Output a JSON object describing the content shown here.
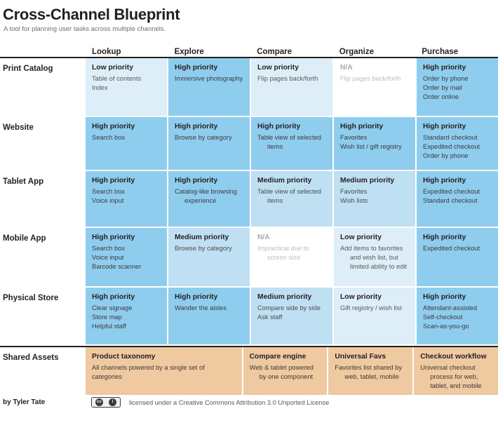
{
  "header": {
    "title": "Cross-Channel Blueprint",
    "subtitle": "A tool for planning user tasks across multiple channels."
  },
  "colors": {
    "high": "#8fcdee",
    "medium": "#bfe0f3",
    "low": "#ddeef8",
    "na": "#ffffff",
    "asset": "#efc9a0",
    "rule": "#231f20",
    "text": "#231f20",
    "muted": "#58595b"
  },
  "columns": [
    {
      "label": "Lookup"
    },
    {
      "label": "Explore"
    },
    {
      "label": "Compare"
    },
    {
      "label": "Organize"
    },
    {
      "label": "Purchase"
    }
  ],
  "rows": [
    {
      "label": "Print Catalog",
      "cells": [
        {
          "priority": "Low priority",
          "level": "low",
          "details": [
            "Table of contents",
            "Index"
          ]
        },
        {
          "priority": "High priority",
          "level": "high",
          "details": [
            "Immersive photography"
          ]
        },
        {
          "priority": "Low priority",
          "level": "low",
          "details": [
            "Flip pages back/forth"
          ]
        },
        {
          "priority": "N/A",
          "level": "na",
          "details": [
            "Flip pages back/forth"
          ]
        },
        {
          "priority": "High priority",
          "level": "high",
          "details": [
            "Order by phone",
            "Order by mail",
            "Order online"
          ]
        }
      ]
    },
    {
      "label": "Website",
      "cells": [
        {
          "priority": "High priority",
          "level": "high",
          "details": [
            "Search box"
          ]
        },
        {
          "priority": "High priority",
          "level": "high",
          "details": [
            "Browse by category"
          ]
        },
        {
          "priority": "High priority",
          "level": "high",
          "details": [
            "Table view of selected",
            "items"
          ],
          "indentFrom": 1
        },
        {
          "priority": "High priority",
          "level": "high",
          "details": [
            "Favorites",
            "Wish list / gift registry"
          ]
        },
        {
          "priority": "High priority",
          "level": "high",
          "details": [
            "Standard checkout",
            "Expedited checkout",
            "Order by phone"
          ]
        }
      ]
    },
    {
      "label": "Tablet App",
      "cells": [
        {
          "priority": "High priority",
          "level": "high",
          "details": [
            "Search box",
            "Voice input"
          ]
        },
        {
          "priority": "High priority",
          "level": "high",
          "details": [
            "Catalog-like browsing",
            "experience"
          ],
          "indentFrom": 1
        },
        {
          "priority": "Medium priority",
          "level": "medium",
          "details": [
            "Table view of selected",
            "items"
          ],
          "indentFrom": 1
        },
        {
          "priority": "Medium priority",
          "level": "medium",
          "details": [
            "Favorites",
            "Wish lists"
          ]
        },
        {
          "priority": "High priority",
          "level": "high",
          "details": [
            "Expedited checkout",
            "Standard checkout"
          ]
        }
      ]
    },
    {
      "label": "Mobile App",
      "cells": [
        {
          "priority": "High priority",
          "level": "high",
          "details": [
            "Search box",
            "Voice input",
            "Barcode scanner"
          ]
        },
        {
          "priority": "Medium priority",
          "level": "medium",
          "details": [
            "Browse by category"
          ]
        },
        {
          "priority": "N/A",
          "level": "na",
          "details": [
            "Impractical due to",
            "screen size"
          ],
          "indentFrom": 1
        },
        {
          "priority": "Low priority",
          "level": "low",
          "details": [
            "Add items to favorites",
            "and wish list, but",
            "limited ability to edit"
          ],
          "indentFrom": 1
        },
        {
          "priority": "High priority",
          "level": "high",
          "details": [
            "Expedited checkout"
          ]
        }
      ]
    },
    {
      "label": "Physical Store",
      "cells": [
        {
          "priority": "High priority",
          "level": "high",
          "details": [
            "Clear signage",
            "Store map",
            "Helpful staff"
          ]
        },
        {
          "priority": "High priority",
          "level": "high",
          "details": [
            "Wander the aisles"
          ]
        },
        {
          "priority": "Medium priority",
          "level": "medium",
          "details": [
            "Compare side by side",
            "Ask staff"
          ]
        },
        {
          "priority": "Low priority",
          "level": "low",
          "details": [
            "Gift registry / wish list"
          ]
        },
        {
          "priority": "High priority",
          "level": "high",
          "details": [
            "Attendant-assisted",
            "Self-checkout",
            "Scan-as-you-go"
          ]
        }
      ]
    }
  ],
  "shared_assets": {
    "label": "Shared Assets",
    "cells": [
      {
        "priority": "Product taxonomy",
        "level": "asset",
        "span": 2,
        "details": [
          "All channels powered by a single set of categories"
        ]
      },
      {
        "priority": "Compare engine",
        "level": "asset",
        "span": 1,
        "details": [
          "Web & tablet powered",
          "by one component"
        ],
        "indentFrom": 1
      },
      {
        "priority": "Universal Favs",
        "level": "asset",
        "span": 1,
        "details": [
          "Favorites list shared by",
          "web, tablet, mobile"
        ],
        "indentFrom": 1
      },
      {
        "priority": "Checkout workflow",
        "level": "asset",
        "span": 1,
        "details": [
          "Universal checkout",
          "process for web,",
          "tablet, and mobile"
        ],
        "indentFrom": 1
      }
    ]
  },
  "footer": {
    "byline": "by Tyler Tate",
    "cc_mark": "cc",
    "by_mark": "i",
    "license": "licensed under a Creative Commons Attribution 3.0 Unported License"
  }
}
